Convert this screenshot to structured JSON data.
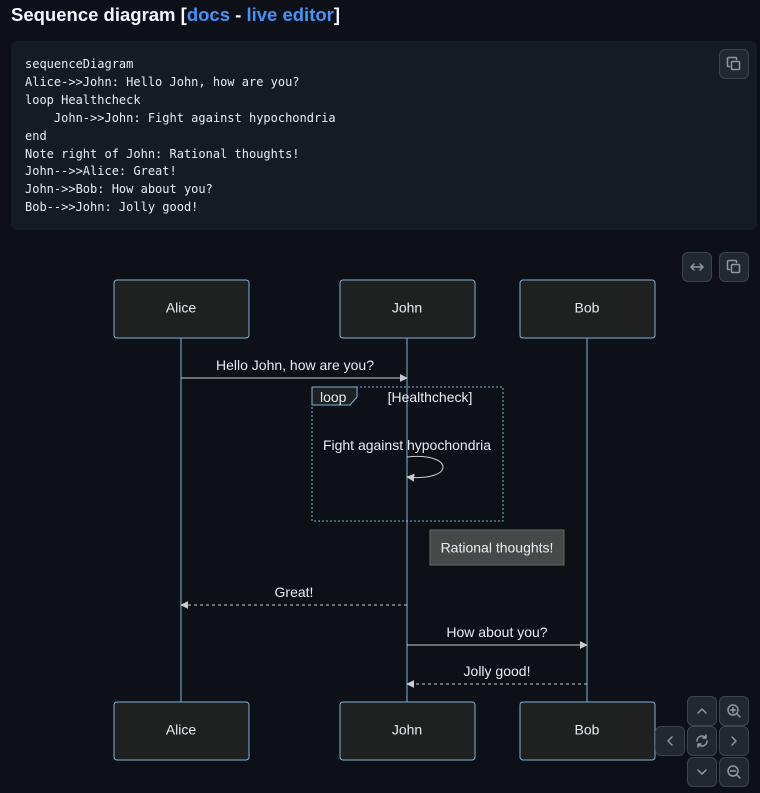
{
  "header": {
    "title": "Sequence diagram",
    "open_bracket": "[",
    "docs_link": "docs",
    "separator": " - ",
    "editor_link": "live editor",
    "close_bracket": "]"
  },
  "code": {
    "lines": [
      "sequenceDiagram",
      "Alice->>John: Hello John, how are you?",
      "loop Healthcheck",
      "    John->>John: Fight against hypochondria",
      "end",
      "Note right of John: Rational thoughts!",
      "John-->>Alice: Great!",
      "John->>Bob: How about you?",
      "Bob-->>John: Jolly good!"
    ]
  },
  "toolbar": {
    "copy_icon": "copy-icon",
    "expand_icon": "arrows-horizontal-icon",
    "zoom_in_icon": "zoom-in-icon",
    "zoom_out_icon": "zoom-out-icon",
    "reset_icon": "reset-icon",
    "pan_up_icon": "chevron-up-icon",
    "pan_down_icon": "chevron-down-icon",
    "pan_left_icon": "chevron-left-icon",
    "pan_right_icon": "chevron-right-icon"
  },
  "diagram": {
    "participants": [
      "Alice",
      "John",
      "Bob"
    ],
    "loop_keyword": "loop",
    "loop_label": "[Healthcheck]",
    "messages": {
      "hello": "Hello John, how are you?",
      "fight": "Fight against hypochondria",
      "note": "Rational thoughts!",
      "great": "Great!",
      "how_about": "How about you?",
      "jolly": "Jolly good!"
    }
  },
  "colors": {
    "background": "#0d1117",
    "code_background": "#151b23",
    "link": "#4493f8",
    "actor_fill": "#1f2020",
    "actor_border": "#81b1db",
    "line": "#ccc",
    "note_fill": "#474949",
    "note_border": "#666"
  }
}
